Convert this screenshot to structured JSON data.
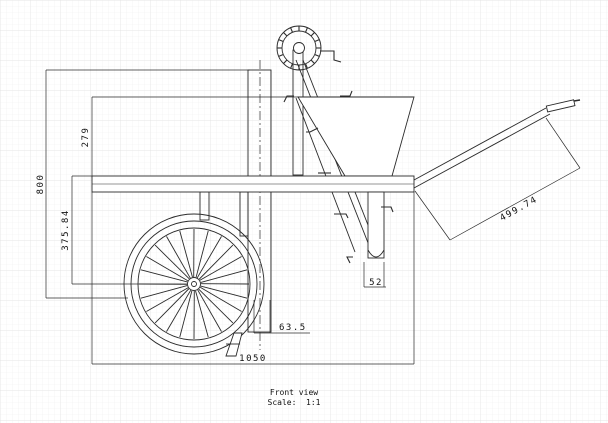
{
  "drawing": {
    "dimensions": {
      "overall_height": "800",
      "hopper_height": "279",
      "axle_height": "375.84",
      "overall_length": "1050",
      "handle_length": "499.74",
      "spout_width": "52",
      "post_offset": "63.5"
    },
    "caption": {
      "view": "Front view",
      "scale": "Scale:  1:1"
    },
    "colors": {
      "line": "#2b2b2b",
      "grid_minor": "#efefef",
      "grid_major": "#dedede",
      "background": "#ffffff"
    }
  }
}
